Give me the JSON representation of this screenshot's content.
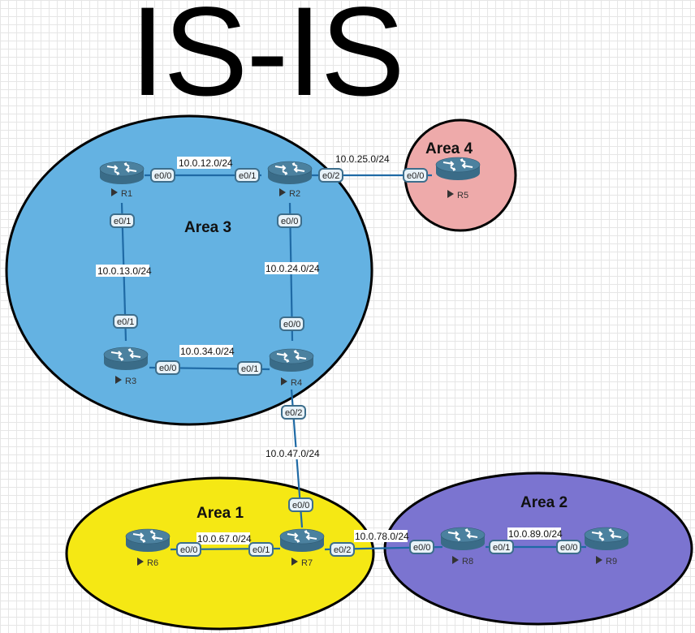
{
  "title": "IS-IS",
  "colors": {
    "area1": "#f5e814",
    "area2": "#7b74d0",
    "area3": "#64b2e2",
    "area4": "#eeaaaa",
    "link": "#1f6aa5",
    "router_body": "#3f7391"
  },
  "areas": [
    {
      "id": "area3",
      "label": "Area 3"
    },
    {
      "id": "area4",
      "label": "Area 4"
    },
    {
      "id": "area1",
      "label": "Area 1"
    },
    {
      "id": "area2",
      "label": "Area 2"
    }
  ],
  "routers": [
    {
      "id": "R1",
      "label": "R1",
      "area": "Area 3"
    },
    {
      "id": "R2",
      "label": "R2",
      "area": "Area 3"
    },
    {
      "id": "R3",
      "label": "R3",
      "area": "Area 3"
    },
    {
      "id": "R4",
      "label": "R4",
      "area": "Area 3"
    },
    {
      "id": "R5",
      "label": "R5",
      "area": "Area 4"
    },
    {
      "id": "R6",
      "label": "R6",
      "area": "Area 1"
    },
    {
      "id": "R7",
      "label": "R7",
      "area": "Area 1"
    },
    {
      "id": "R8",
      "label": "R8",
      "area": "Area 2"
    },
    {
      "id": "R9",
      "label": "R9",
      "area": "Area 2"
    }
  ],
  "links": [
    {
      "network": "10.0.12.0/24",
      "a": "R1",
      "a_if": "e0/0",
      "b": "R2",
      "b_if": "e0/1"
    },
    {
      "network": "10.0.25.0/24",
      "a": "R2",
      "a_if": "e0/2",
      "b": "R5",
      "b_if": "e0/0"
    },
    {
      "network": "10.0.13.0/24",
      "a": "R1",
      "a_if": "e0/1",
      "b": "R3",
      "b_if": "e0/1"
    },
    {
      "network": "10.0.24.0/24",
      "a": "R2",
      "a_if": "e0/0",
      "b": "R4",
      "b_if": "e0/0"
    },
    {
      "network": "10.0.34.0/24",
      "a": "R3",
      "a_if": "e0/0",
      "b": "R4",
      "b_if": "e0/1"
    },
    {
      "network": "10.0.47.0/24",
      "a": "R4",
      "a_if": "e0/2",
      "b": "R7",
      "b_if": "e0/0"
    },
    {
      "network": "10.0.67.0/24",
      "a": "R6",
      "a_if": "e0/0",
      "b": "R7",
      "b_if": "e0/1"
    },
    {
      "network": "10.0.78.0/24",
      "a": "R7",
      "a_if": "e0/2",
      "b": "R8",
      "b_if": "e0/0"
    },
    {
      "network": "10.0.89.0/24",
      "a": "R8",
      "a_if": "e0/1",
      "b": "R9",
      "b_if": "e0/0"
    }
  ]
}
